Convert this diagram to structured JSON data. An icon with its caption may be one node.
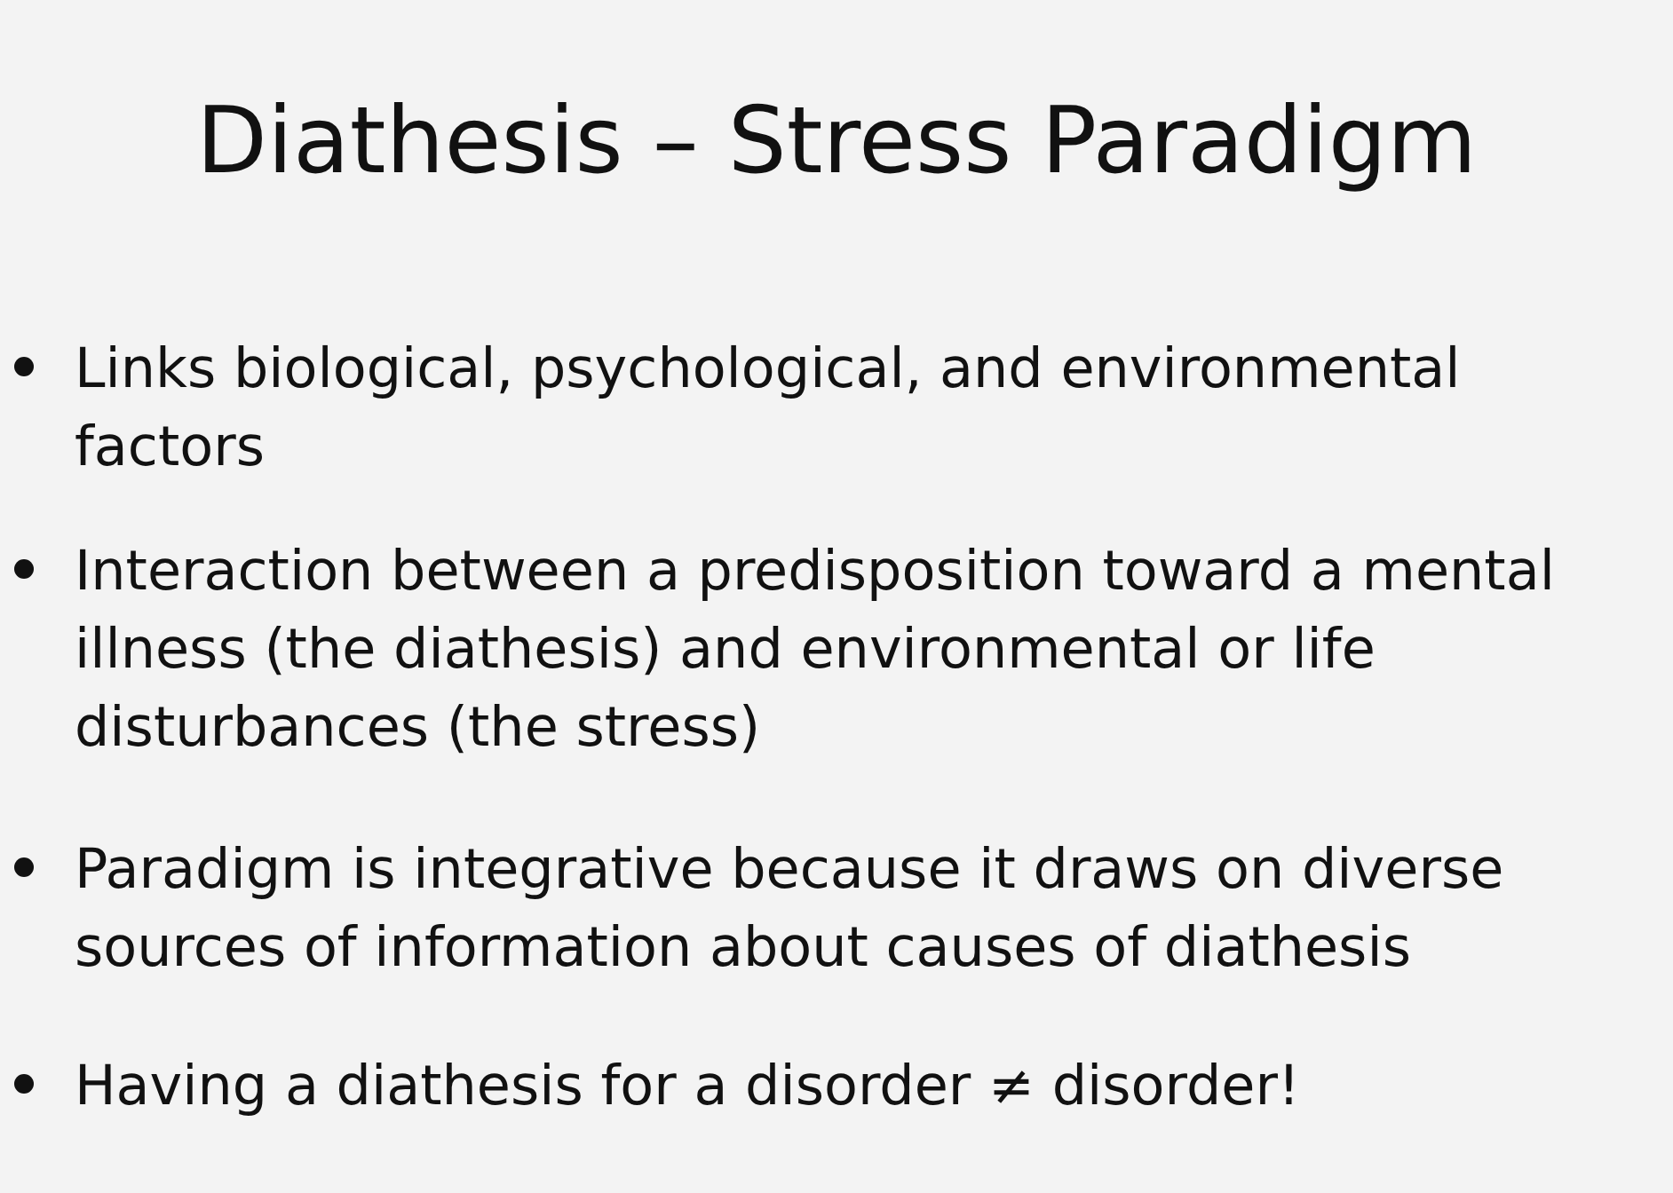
{
  "diagram": {
    "title": "Diathesis – Stress Paradigm",
    "labels": [
      "Links biological, psychological, and environmental factors",
      "Interaction between a predisposition toward a mental illness (the diathesis) and environmental or life disturbances (the stress)",
      "Paradigm is integrative because it draws on diverse sources of information about causes of diathesis",
      "Having a diathesis for a disorder ≠ disorder!"
    ]
  }
}
